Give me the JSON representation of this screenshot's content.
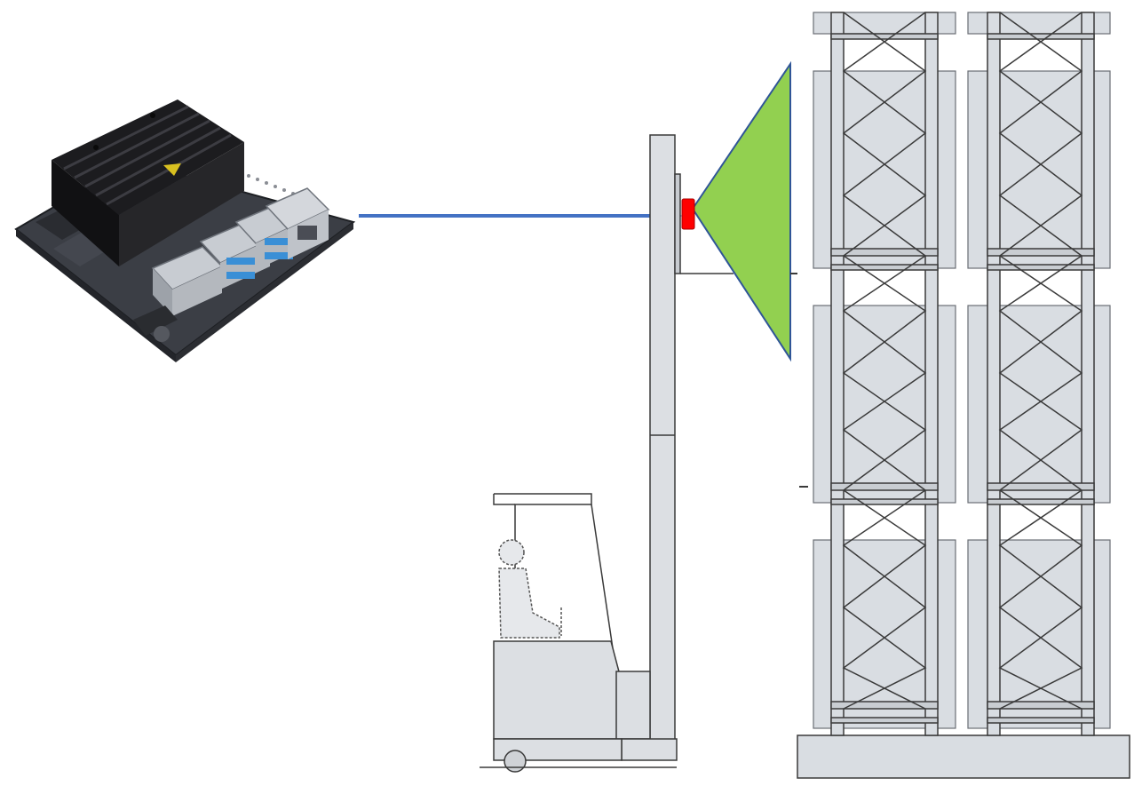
{
  "diagram": {
    "components": [
      {
        "id": "edge-compute-board",
        "icon": "dev-board-icon"
      },
      {
        "id": "connection-arrow",
        "icon": "arrow-right-icon"
      },
      {
        "id": "mast-camera",
        "icon": "camera-icon"
      },
      {
        "id": "camera-field-of-view",
        "icon": "view-cone-icon"
      },
      {
        "id": "forklift",
        "icon": "forklift-icon"
      },
      {
        "id": "pallet-racking",
        "icon": "rack-icon"
      }
    ],
    "colors": {
      "arrow": "#4472c4",
      "camera": "#ff0000",
      "field_of_view": "#92d050",
      "field_of_view_edge": "#2f5597",
      "rack_fill": "#d9dde2",
      "line": "#3a3a3a",
      "board_pcb": "#3a3d44",
      "heatsink": "#1c1c1f",
      "usb_blue": "#3a8fd6"
    }
  }
}
